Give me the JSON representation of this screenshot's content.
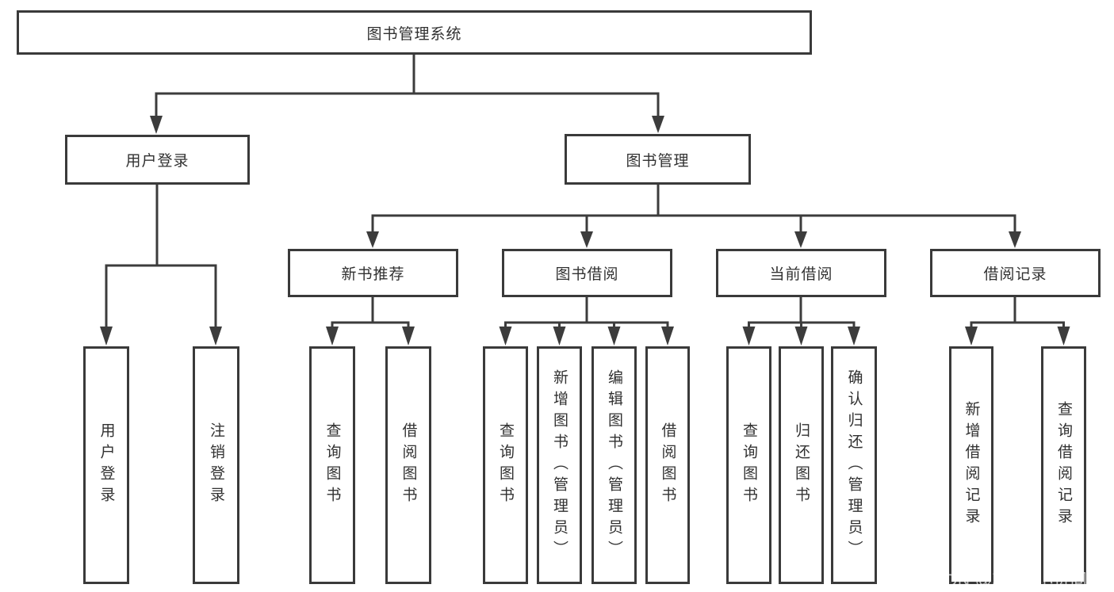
{
  "tree": {
    "label": "图书管理系统",
    "children": [
      {
        "label": "用户登录",
        "children": [
          {
            "label": "用户登录"
          },
          {
            "label": "注销登录"
          }
        ]
      },
      {
        "label": "图书管理",
        "children": [
          {
            "label": "新书推荐",
            "children": [
              {
                "label": "查询图书"
              },
              {
                "label": "借阅图书"
              }
            ]
          },
          {
            "label": "图书借阅",
            "children": [
              {
                "label": "查询图书"
              },
              {
                "label": "新增图书（管理员）"
              },
              {
                "label": "编辑图书（管理员）"
              },
              {
                "label": "借阅图书"
              }
            ]
          },
          {
            "label": "当前借阅",
            "children": [
              {
                "label": "查询图书"
              },
              {
                "label": "归还图书"
              },
              {
                "label": "确认归还（管理员）"
              }
            ]
          },
          {
            "label": "借阅记录",
            "children": [
              {
                "label": "新增借阅记录"
              },
              {
                "label": "查询借阅记录"
              }
            ]
          }
        ]
      }
    ]
  },
  "watermark": "CSDN @软件_小贺同学",
  "colors": {
    "line": "#3c3c3c",
    "box_border": "#3a3a3a",
    "text": "#313131",
    "background": "#ffffff",
    "watermark": "#c4c4c4"
  }
}
